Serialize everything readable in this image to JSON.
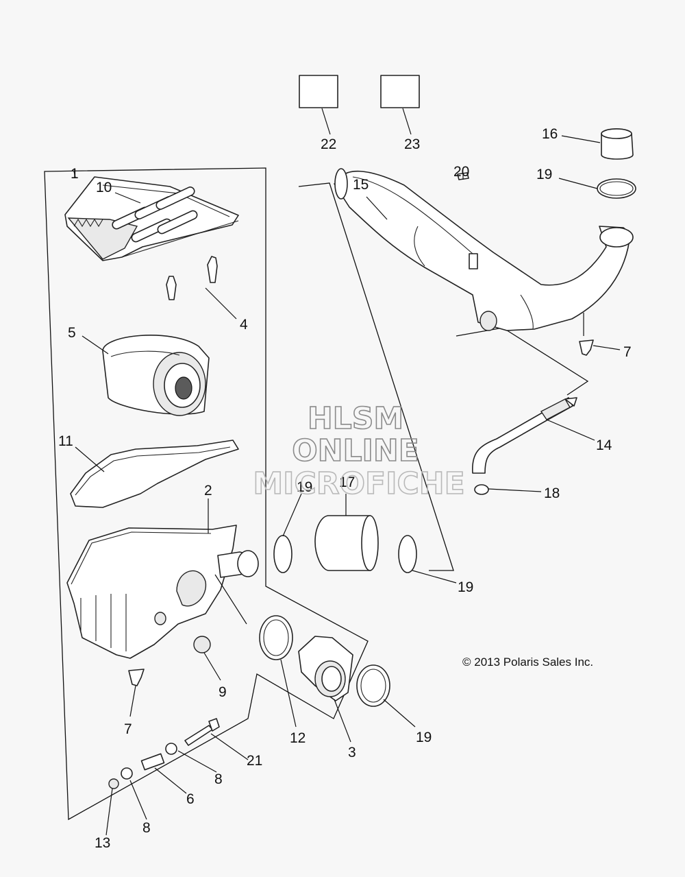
{
  "callouts": {
    "n1": "1",
    "n2": "2",
    "n3": "3",
    "n4": "4",
    "n5": "5",
    "n6": "6",
    "n7a": "7",
    "n7b": "7",
    "n8a": "8",
    "n8b": "8",
    "n9": "9",
    "n10": "10",
    "n11": "11",
    "n12": "12",
    "n13": "13",
    "n14": "14",
    "n15": "15",
    "n16": "16",
    "n17": "17",
    "n18": "18",
    "n19a": "19",
    "n19b": "19",
    "n19c": "19",
    "n19d": "19",
    "n20": "20",
    "n21": "21",
    "n22": "22",
    "n23": "23"
  },
  "watermark": {
    "line1": "HLSM",
    "line2": "ONLINE",
    "line3": "MICROFICHE"
  },
  "copyright": "© 2013 Polaris Sales Inc."
}
